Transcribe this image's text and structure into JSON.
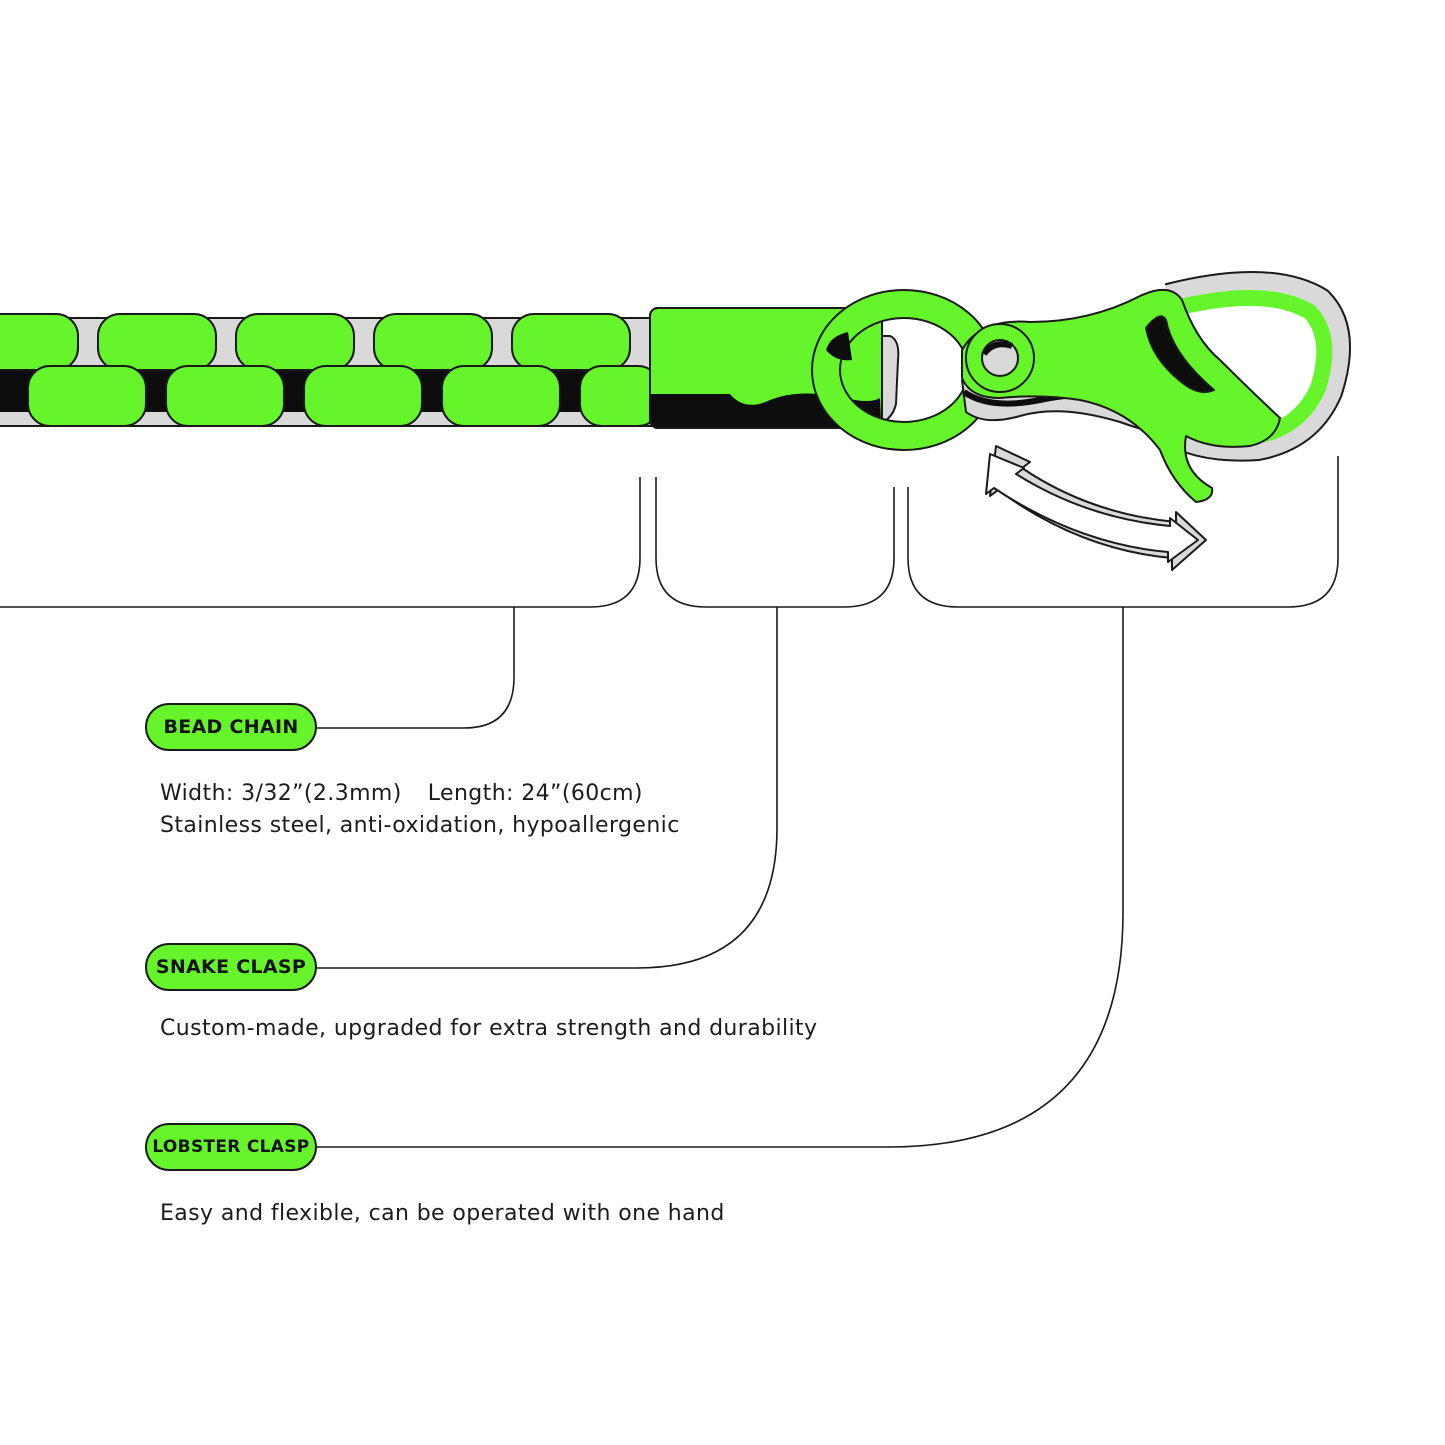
{
  "colors": {
    "accent": "#66f52a",
    "outline": "#1a1a1a",
    "silver": "#d9d9d9",
    "dark": "#0d0d0d"
  },
  "sections": [
    {
      "id": "bead-chain",
      "label": "BEAD CHAIN",
      "lines": [
        "Width: 3/32”(2.3mm)",
        "Length: 24”(60cm)",
        "Stainless steel, anti-oxidation, hypoallergenic"
      ]
    },
    {
      "id": "snake-clasp",
      "label": "SNAKE CLASP",
      "lines": [
        "Custom-made, upgraded for extra strength and durability"
      ]
    },
    {
      "id": "lobster-clasp",
      "label": "LOBSTER CLASP",
      "lines": [
        "Easy and flexible, can be operated with one hand"
      ]
    }
  ],
  "icons": [
    "rotate-arrow-icon"
  ]
}
